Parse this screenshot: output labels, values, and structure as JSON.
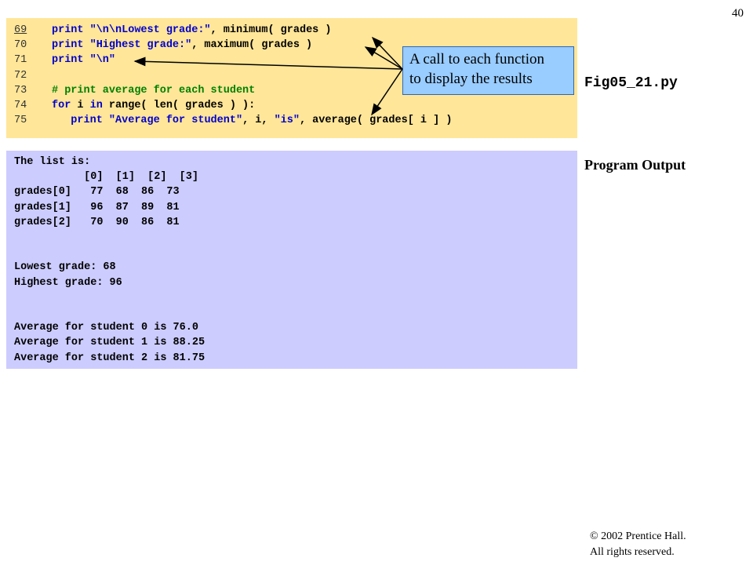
{
  "page_number": "40",
  "code": {
    "lines": [
      {
        "num": "69",
        "parts": [
          {
            "t": "print ",
            "c": "kw"
          },
          {
            "t": "\"\\n\\nLowest grade:\"",
            "c": "str"
          },
          {
            "t": ", minimum( grades )",
            "c": "plain"
          }
        ]
      },
      {
        "num": "70",
        "parts": [
          {
            "t": "print ",
            "c": "kw"
          },
          {
            "t": "\"Highest grade:\"",
            "c": "str"
          },
          {
            "t": ", maximum( grades )",
            "c": "plain"
          }
        ]
      },
      {
        "num": "71",
        "parts": [
          {
            "t": "print ",
            "c": "kw"
          },
          {
            "t": "\"\\n\"",
            "c": "str"
          }
        ]
      },
      {
        "num": "72",
        "parts": []
      },
      {
        "num": "73",
        "parts": [
          {
            "t": "# print average for each student",
            "c": "cmt"
          }
        ]
      },
      {
        "num": "74",
        "parts": [
          {
            "t": "for ",
            "c": "kw"
          },
          {
            "t": "i ",
            "c": "plain"
          },
          {
            "t": "in ",
            "c": "kw"
          },
          {
            "t": "range( len( grades ) ):",
            "c": "plain"
          }
        ]
      },
      {
        "num": "75",
        "parts": [
          {
            "t": "   print ",
            "c": "kw"
          },
          {
            "t": "\"Average for student\"",
            "c": "str"
          },
          {
            "t": ", i, ",
            "c": "plain"
          },
          {
            "t": "\"is\"",
            "c": "str"
          },
          {
            "t": ", average( grades[ i ] )",
            "c": "plain"
          }
        ]
      }
    ]
  },
  "callout": {
    "line1": "A call to each function",
    "line2": "to display the results"
  },
  "side": {
    "file_name": "Fig05_21.py",
    "output_label": "Program Output"
  },
  "output": {
    "lines": [
      "The list is:",
      "           [0]  [1]  [2]  [3]",
      "grades[0]   77  68  86  73",
      "grades[1]   96  87  89  81",
      "grades[2]   70  90  86  81",
      "",
      "",
      "Lowest grade: 68",
      "Highest grade: 96",
      "",
      "",
      "Average for student 0 is 76.0",
      "Average for student 1 is 88.25",
      "Average for student 2 is 81.75"
    ]
  },
  "copyright": {
    "line1": "© 2002 Prentice Hall.",
    "line2": "All rights reserved."
  }
}
